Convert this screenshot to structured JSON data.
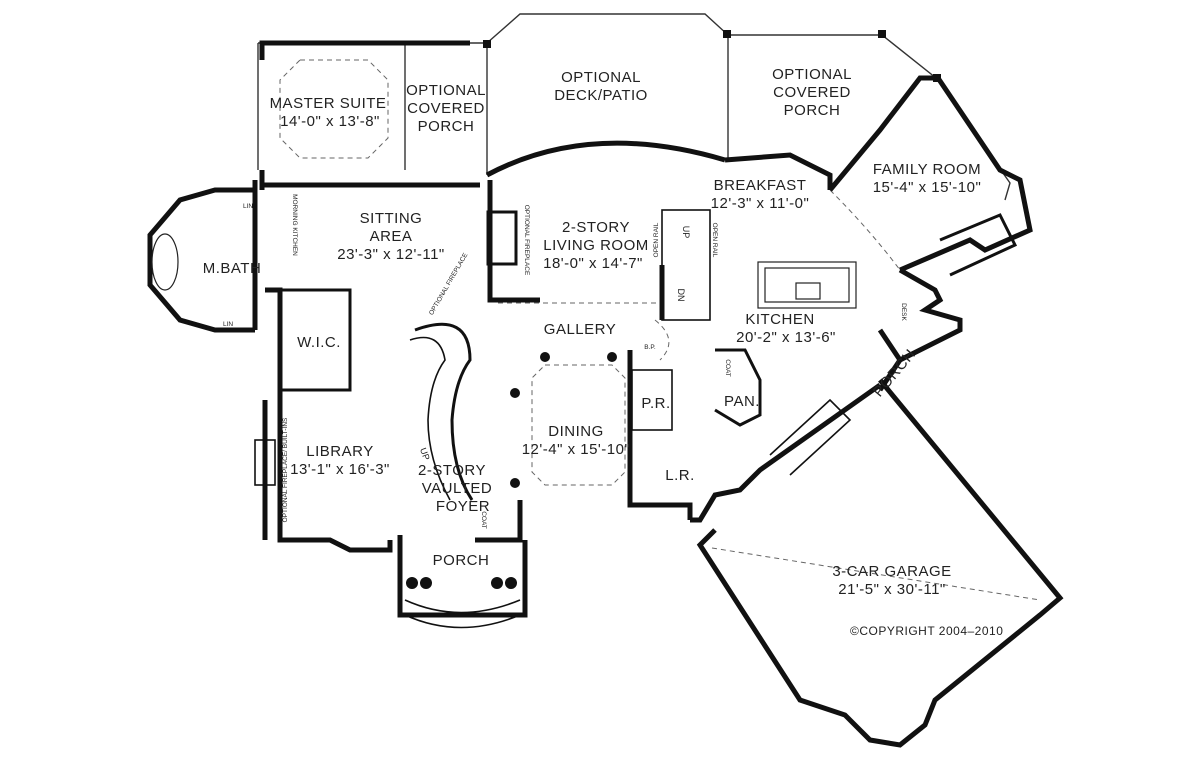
{
  "rooms": {
    "master_suite": {
      "name": "MASTER SUITE",
      "size": "14'-0\" x 13'-8\""
    },
    "opt_covered_porch_left": {
      "line1": "OPTIONAL",
      "line2": "COVERED",
      "line3": "PORCH"
    },
    "opt_deck_patio": {
      "line1": "OPTIONAL",
      "line2": "DECK/PATIO"
    },
    "opt_covered_porch_right": {
      "line1": "OPTIONAL",
      "line2": "COVERED",
      "line3": "PORCH"
    },
    "family_room": {
      "name": "FAMILY ROOM",
      "size": "15'-4\" x 15'-10\""
    },
    "sitting_area": {
      "line1": "SITTING",
      "line2": "AREA",
      "size": "23'-3\" x 12'-11\""
    },
    "living_room": {
      "line1": "2-STORY",
      "line2": "LIVING ROOM",
      "size": "18'-0\" x 14'-7\""
    },
    "breakfast": {
      "name": "BREAKFAST",
      "size": "12'-3\" x 11'-0\""
    },
    "m_bath": {
      "name": "M.BATH"
    },
    "gallery": {
      "name": "GALLERY"
    },
    "kitchen": {
      "name": "KITCHEN",
      "size": "20'-2\" x 13'-6\""
    },
    "wic": {
      "name": "W.I.C."
    },
    "dining": {
      "name": "DINING",
      "size": "12'-4\" x 15'-10\""
    },
    "powder_room": {
      "name": "P.R."
    },
    "pantry": {
      "name": "PAN."
    },
    "porch_side": {
      "name": "PORCH"
    },
    "library": {
      "name": "LIBRARY",
      "size": "13'-1\" x 16'-3\""
    },
    "foyer": {
      "line1": "2-STORY",
      "line2": "VAULTED",
      "line3": "FOYER"
    },
    "laundry": {
      "name": "L.R."
    },
    "porch_front": {
      "name": "PORCH"
    },
    "garage": {
      "name": "3-CAR GARAGE",
      "size": "21'-5\" x 30'-11\""
    }
  },
  "small_labels": {
    "lin_top": "LIN",
    "lin_bottom": "LIN",
    "morning_kitchen": "MORNING KITCHEN",
    "optional_fireplace_sitting": "OPTIONAL FIREPLACE",
    "optional_fireplace_living": "OPTIONAL FIREPLACE",
    "open_rail_left": "OPEN RAIL",
    "open_rail_right": "OPEN RAIL",
    "stair_up": "UP",
    "stair_dn": "DN",
    "foyer_up": "UP",
    "coat_kitchen": "COAT",
    "coat_foyer": "COAT",
    "desk": "DESK",
    "bp": "B.P.",
    "library_builtins": "OPTIONAL FIREPLACE/ BUILT-INS"
  },
  "copyright": "©COPYRIGHT 2004–2010"
}
